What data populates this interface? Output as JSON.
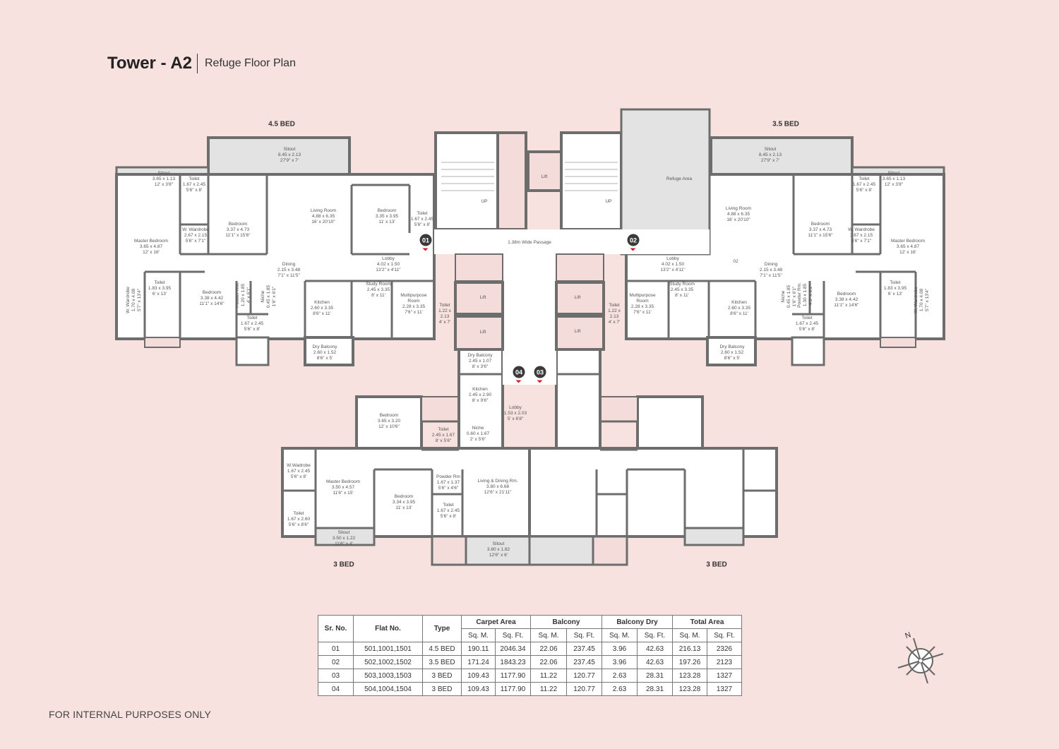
{
  "header": {
    "title": "Tower - A2",
    "subtitle": "Refuge Floor Plan"
  },
  "unit_types": [
    "4.5 BED",
    "3.5 BED",
    "3 BED",
    "3 BED"
  ],
  "markers": [
    "01",
    "02",
    "03",
    "04"
  ],
  "core": {
    "passage": "1.38m Wide Passage",
    "lift": "Lift",
    "up": "UP",
    "refuge": "Refuge Area"
  },
  "unit01": {
    "rooms": [
      "Sitout\n8.45 x 2.13\n27'9\" x 7'",
      "Sitout\n3.65 x 1.13\n12' x 3'8\"",
      "Toilet\n1.67 x 2.45\n5'6\" x 8'",
      "Master Bedroom\n3.65 x 4.87\n12' x 16'",
      "W. Wardrobe\n2.67 x 2.15\n5'6\" x 7'1\"",
      "Bedroom\n3.37 x 4.73\n11'1\" x 15'6\"",
      "Living Room\n4.88 x 6.35\n16' x 20'10\"",
      "Bedroom\n3.35 x 3.95\n11' x 13'",
      "Toilet\n1.67 x 2.45\n5'6\" x 8'",
      "Lobby\n4.02 x 1.50\n13'2\" x 4'11\"",
      "Dining\n2.15 x 3.48\n7'1\" x 11'5\"",
      "Toilet\n1.83 x 3.95\n6' x 13'",
      "W. Wardrobe\n1.70 x 4.08\n5'7\" x 13'4\"",
      "Bedroom\n3.38 x 4.42\n11'1\" x 14'6\"",
      "Powder Rm.\n1.20 x 1.85\n4' x 6'1\"",
      "Niche\n0.45 x 1.85\n1'6\" x 6'1\"",
      "Kitchen\n2.60 x 3.35\n8'6\" x 11'",
      "Toilet\n1.67 x 2.45\n5'6\" x 8'",
      "Study Room\n2.45 x 3.35\n8' x 11'",
      "Multipurpose\nRoom\n2.28 x 3.35\n7'6\" x 11'",
      "Toilet\n1.22 x\n2.13\n4' x 7'",
      "Dry Balcony\n2.60 x 1.52\n8'6\" x 5'"
    ]
  },
  "unit02": {
    "rooms": [
      "Sitout\n8.45 x 2.13\n27'9\" x 7'",
      "Sitout\n3.65 x 1.13\n12' x 3'8\"",
      "Toilet\n1.67 x 2.45\n5'6\" x 8'",
      "Master Bedroom\n3.65 x 4.87\n12' x 16'",
      "W. Wardrobe\n1.67 x 2.15\n5'6\" x 7'1\"",
      "Bedroom\n3.37 x 4.73\n11'1\" x 15'6\"",
      "Living Room\n4.88 x 6.35\n16' x 20'10\"",
      "Lobby\n4.02 x 1.50\n13'2\" x 4'11\"",
      "02",
      "Dining\n2.15 x 3.48\n7'1\" x 11'5\"",
      "Toilet\n1.83 x 3.95\n6' x 13'",
      "W. Wardrobe\n1.70 x 4.08\n5'7\" x 13'4\"",
      "Bedroom\n3.38 x 4.42\n11'1\" x 14'6\"",
      "Powder Rm.\n1.30 x 1.85\n4'3\" x 6'1\"",
      "Niche\n0.45 x 1.85\n1'6\" x 6'1\"",
      "Kitchen\n2.60 x 3.35\n8'6\" x 11'",
      "Toilet\n1.67 x 2.45\n5'6\" x 8'",
      "Study Room\n2.45 x 3.35\n8' x 11'",
      "Multipurpose\nRoom\n2.28 x 3.35\n7'6\" x 11'",
      "Toilet\n1.22 x\n2.13\n4' x 7'",
      "Dry Balcony\n2.60 x 1.52\n8'6\" x 5'"
    ]
  },
  "unit04": {
    "rooms": [
      "Dry Balcony\n2.45 x 1.07\n8' x 3'6\"",
      "Kitchen\n2.45 x 2.90\n8' x 9'6\"",
      "Lobby\n1.53 x 2.03\n5' x 6'8\"",
      "Bedroom\n3.65 x 3.20\n12' x 10'6\"",
      "Toilet\n2.45 x 1.67\n8' x 5'6\"",
      "Niche\n0.60 x 1.67\n2' x 5'6\"",
      "W.Wadrobe\n1.67 x 2.45\n5'6\" x 8'",
      "Master Bedroom\n3.50 x 4.57\n11'6\" x 15'",
      "Bedroom\n3.34 x 3.95\n11' x 13'",
      "Powder Rm\n1.67 x 1.37\n5'6\" x 4'6\"",
      "Toilet\n1.67 x 2.45\n5'6\" x 8'",
      "Living & Dining Rm.\n3.80 x 6.68\n12'6\" x 21'11\"",
      "Toilet\n1.67 x 2.60\n5'6\" x 8'6\"",
      "Sitout\n3.50 x 1.22\n11'6\" x 4'",
      "Sitout\n3.80 x 1.82\n12'6\" x 6'"
    ]
  },
  "table": {
    "headers": [
      "Sr. No.",
      "Flat No.",
      "Type",
      "Carpet Area",
      "Balcony",
      "Balcony Dry",
      "Total Area"
    ],
    "units": [
      "Sq. M.",
      "Sq. Ft."
    ],
    "rows": [
      [
        "01",
        "501,1001,1501",
        "4.5 BED",
        "190.11",
        "2046.34",
        "22.06",
        "237.45",
        "3.96",
        "42.63",
        "216.13",
        "2326"
      ],
      [
        "02",
        "502,1002,1502",
        "3.5 BED",
        "171.24",
        "1843.23",
        "22.06",
        "237.45",
        "3.96",
        "42.63",
        "197.26",
        "2123"
      ],
      [
        "03",
        "503,1003,1503",
        "3 BED",
        "109.43",
        "1177.90",
        "11.22",
        "120.77",
        "2.63",
        "28.31",
        "123.28",
        "1327"
      ],
      [
        "04",
        "504,1004,1504",
        "3 BED",
        "109.43",
        "1177.90",
        "11.22",
        "120.77",
        "2.63",
        "28.31",
        "123.28",
        "1327"
      ]
    ]
  },
  "compass": {
    "north_label": "N"
  },
  "footer": "FOR INTERNAL PURPOSES ONLY",
  "colors": {
    "background": "#f7e2df",
    "wall": "#6d6d6d",
    "balcony": "#e3e3e3",
    "marker": "#3a3a3a",
    "marker_arrow": "#d32020"
  }
}
